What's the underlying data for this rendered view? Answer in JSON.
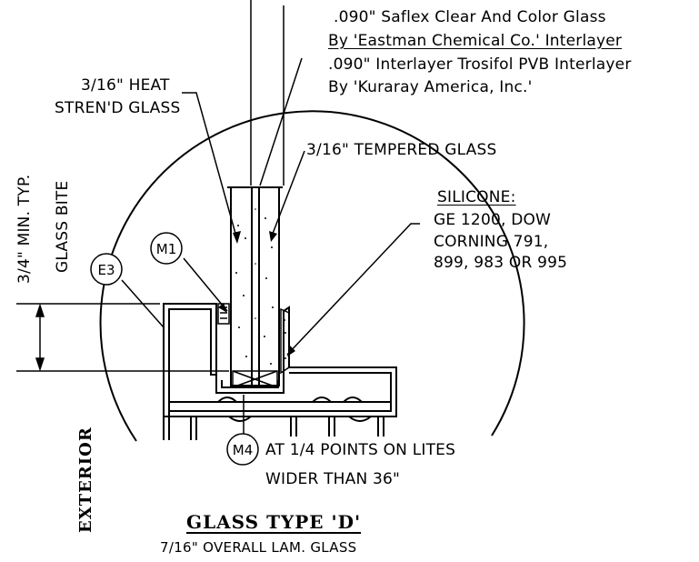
{
  "notes": {
    "interlayer_line1": ".090\" Saflex Clear And Color Glass",
    "interlayer_line2": "By 'Eastman Chemical Co.' Interlayer",
    "interlayer_line3": ".090\" Interlayer Trosifol PVB Interlayer",
    "interlayer_line4": "By 'Kuraray America, Inc.'",
    "heat_line1": "3/16\" HEAT",
    "heat_line2": "STREN'D GLASS",
    "tempered": "3/16\" TEMPERED GLASS",
    "silicone_title": "SILICONE:",
    "silicone_line1": "GE 1200, DOW",
    "silicone_line2": "CORNING 791,",
    "silicone_line3": "899, 983 OR 995",
    "quarter_line1": "AT 1/4 POINTS ON LITES",
    "quarter_line2": "WIDER THAN 36\""
  },
  "callouts": {
    "m1": "M1",
    "e3": "E3",
    "m4": "M4"
  },
  "dimension": {
    "bite_label": "3/4\" MIN. TYP.",
    "bite_sub": "GLASS BITE"
  },
  "side_label": "EXTERIOR",
  "title": "GLASS TYPE 'D'",
  "subtitle": "7/16\" OVERALL LAM. GLASS"
}
